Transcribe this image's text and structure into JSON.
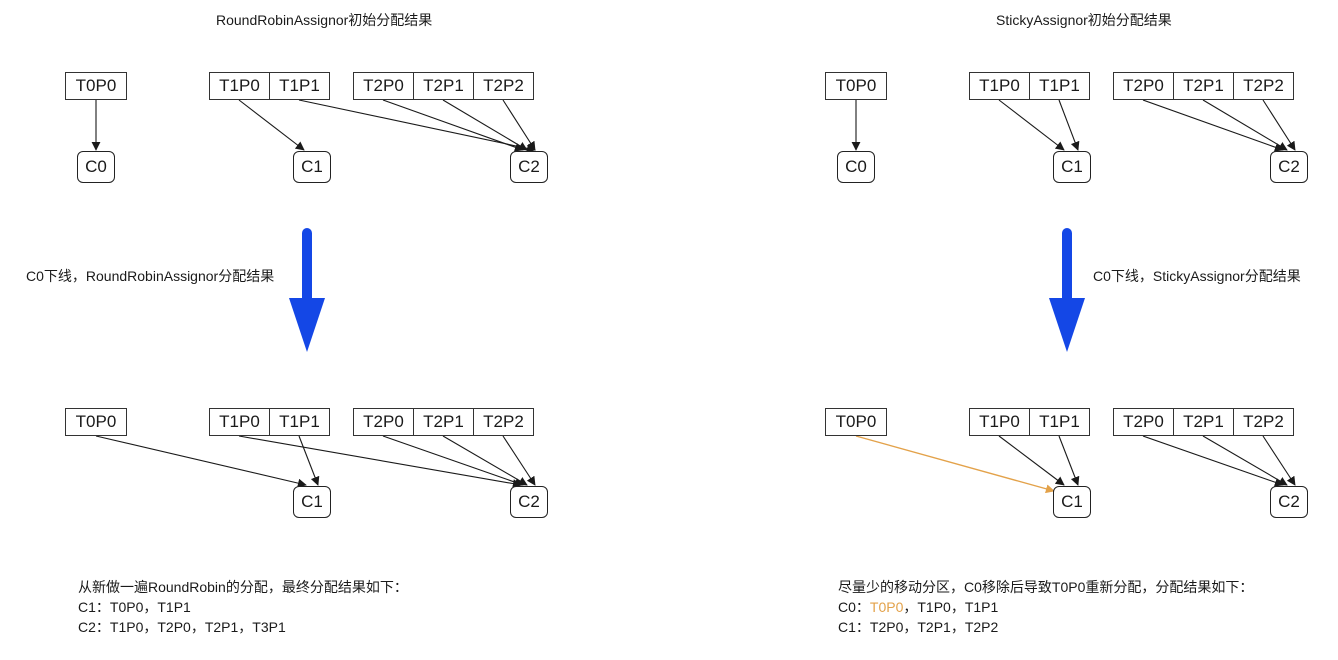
{
  "left": {
    "title": "RoundRobinAssignor初始分配结果",
    "transition_label": "C0下线，RoundRobinAssignor分配结果",
    "top": {
      "partitions": [
        "T0P0",
        "T1P0",
        "T1P1",
        "T2P0",
        "T2P1",
        "T2P2"
      ],
      "consumers": [
        "C0",
        "C1",
        "C2"
      ],
      "assignments": [
        [
          "T0P0",
          "C0"
        ],
        [
          "T1P0",
          "C1"
        ],
        [
          "T1P1",
          "C2"
        ],
        [
          "T2P0",
          "C2"
        ],
        [
          "T2P1",
          "C2"
        ],
        [
          "T2P2",
          "C2"
        ]
      ]
    },
    "bottom": {
      "partitions": [
        "T0P0",
        "T1P0",
        "T1P1",
        "T2P0",
        "T2P1",
        "T2P2"
      ],
      "consumers": [
        "C1",
        "C2"
      ],
      "assignments": [
        [
          "T0P0",
          "C1"
        ],
        [
          "T1P1",
          "C1"
        ],
        [
          "T1P0",
          "C2"
        ],
        [
          "T2P0",
          "C2"
        ],
        [
          "T2P1",
          "C2"
        ],
        [
          "T2P2",
          "C2"
        ]
      ]
    },
    "note": {
      "line1": "从新做一遍RoundRobin的分配，最终分配结果如下：",
      "line2": "C1：T0P0，T1P1",
      "line3": "C2：T1P0，T2P0，T2P1，T3P1"
    }
  },
  "right": {
    "title": "StickyAssignor初始分配结果",
    "transition_label": "C0下线，StickyAssignor分配结果",
    "top": {
      "partitions": [
        "T0P0",
        "T1P0",
        "T1P1",
        "T2P0",
        "T2P1",
        "T2P2"
      ],
      "consumers": [
        "C0",
        "C1",
        "C2"
      ],
      "assignments": [
        [
          "T0P0",
          "C0"
        ],
        [
          "T1P0",
          "C1"
        ],
        [
          "T1P1",
          "C1"
        ],
        [
          "T2P0",
          "C2"
        ],
        [
          "T2P1",
          "C2"
        ],
        [
          "T2P2",
          "C2"
        ]
      ]
    },
    "bottom": {
      "partitions": [
        "T0P0",
        "T1P0",
        "T1P1",
        "T2P0",
        "T2P1",
        "T2P2"
      ],
      "consumers": [
        "C1",
        "C2"
      ],
      "assignments": [
        [
          "T0P0",
          "C1"
        ],
        [
          "T1P0",
          "C1"
        ],
        [
          "T1P1",
          "C1"
        ],
        [
          "T2P0",
          "C2"
        ],
        [
          "T2P1",
          "C2"
        ],
        [
          "T2P2",
          "C2"
        ]
      ],
      "moved_partition": "T0P0"
    },
    "note": {
      "line1": "尽量少的移动分区，C0移除后导致T0P0重新分配，分配结果如下：",
      "line2_prefix": "C0：",
      "line2_highlight": "T0P0",
      "line2_suffix": "，T1P0，T1P1",
      "line3": "C1：T2P0，T2P1，T2P2"
    }
  },
  "colors": {
    "big_arrow": "#1447e6",
    "moved_arrow": "#e3a24a",
    "edge": "#1a1a1a"
  }
}
